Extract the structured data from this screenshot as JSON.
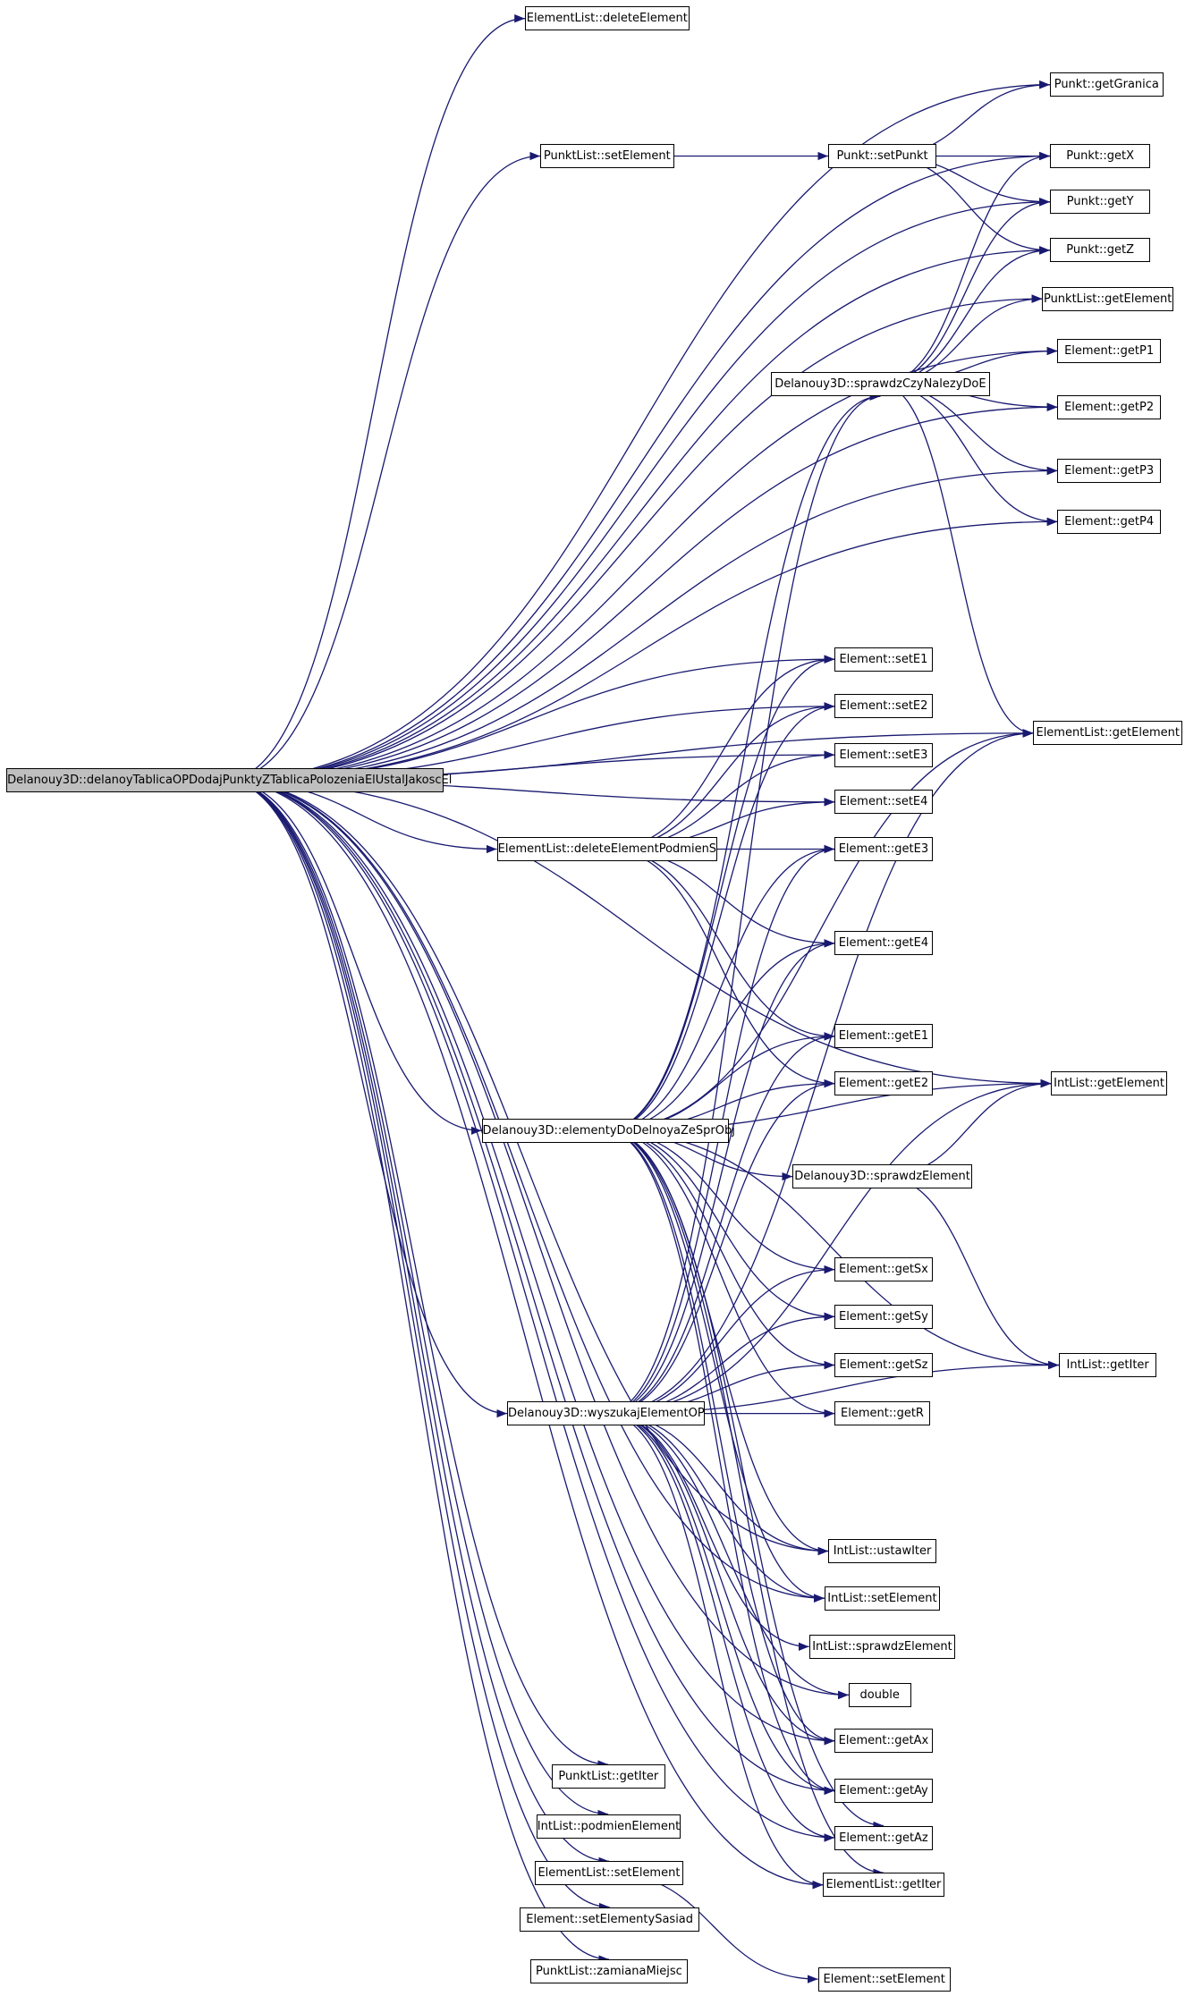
{
  "root": {
    "id": "root",
    "label": "Delanouy3D::delanoyTablicaOPDodajPunktyZTablicaPolozeniaElUstalJakoscEl"
  },
  "nodes": [
    {
      "id": "n_dd",
      "label": "ElementList::deleteElement"
    },
    {
      "id": "n_pgr",
      "label": "Punkt::getGranica"
    },
    {
      "id": "n_pls",
      "label": "PunktList::setElement"
    },
    {
      "id": "n_psp",
      "label": "Punkt::setPunkt"
    },
    {
      "id": "n_px",
      "label": "Punkt::getX"
    },
    {
      "id": "n_py",
      "label": "Punkt::getY"
    },
    {
      "id": "n_pz",
      "label": "Punkt::getZ"
    },
    {
      "id": "n_plge",
      "label": "PunktList::getElement"
    },
    {
      "id": "n_gp1",
      "label": "Element::getP1"
    },
    {
      "id": "n_scz",
      "label": "Delanouy3D::sprawdzCzyNalezyDoE"
    },
    {
      "id": "n_gp2",
      "label": "Element::getP2"
    },
    {
      "id": "n_gp3",
      "label": "Element::getP3"
    },
    {
      "id": "n_gp4",
      "label": "Element::getP4"
    },
    {
      "id": "n_se1",
      "label": "Element::setE1"
    },
    {
      "id": "n_se2",
      "label": "Element::setE2"
    },
    {
      "id": "n_elge",
      "label": "ElementList::getElement"
    },
    {
      "id": "n_se3",
      "label": "Element::setE3"
    },
    {
      "id": "n_se4",
      "label": "Element::setE4"
    },
    {
      "id": "n_dps",
      "label": "ElementList::deleteElementPodmienS"
    },
    {
      "id": "n_ge3",
      "label": "Element::getE3"
    },
    {
      "id": "n_ge4",
      "label": "Element::getE4"
    },
    {
      "id": "n_ge1",
      "label": "Element::getE1"
    },
    {
      "id": "n_ilge",
      "label": "IntList::getElement"
    },
    {
      "id": "n_ge2",
      "label": "Element::getE2"
    },
    {
      "id": "n_edd",
      "label": "Delanouy3D::elementyDoDelnoyaZeSprObj"
    },
    {
      "id": "n_spe",
      "label": "Delanouy3D::sprawdzElement"
    },
    {
      "id": "n_gsx",
      "label": "Element::getSx"
    },
    {
      "id": "n_gsy",
      "label": "Element::getSy"
    },
    {
      "id": "n_ilgi",
      "label": "IntList::getIter"
    },
    {
      "id": "n_gsz",
      "label": "Element::getSz"
    },
    {
      "id": "n_wyo",
      "label": "Delanouy3D::wyszukajElementOP"
    },
    {
      "id": "n_gr",
      "label": "Element::getR"
    },
    {
      "id": "n_ilui",
      "label": "IntList::ustawIter"
    },
    {
      "id": "n_ilse",
      "label": "IntList::setElement"
    },
    {
      "id": "n_ilspe",
      "label": "IntList::sprawdzElement"
    },
    {
      "id": "n_dbl",
      "label": "double"
    },
    {
      "id": "n_gax",
      "label": "Element::getAx"
    },
    {
      "id": "n_plgi",
      "label": "PunktList::getIter"
    },
    {
      "id": "n_gay",
      "label": "Element::getAy"
    },
    {
      "id": "n_ilpe",
      "label": "IntList::podmienElement"
    },
    {
      "id": "n_gaz",
      "label": "Element::getAz"
    },
    {
      "id": "n_else",
      "label": "ElementList::setElement"
    },
    {
      "id": "n_elgi",
      "label": "ElementList::getIter"
    },
    {
      "id": "n_ses",
      "label": "Element::setElementySasiad"
    },
    {
      "id": "n_plzm",
      "label": "PunktList::zamianaMiejsc"
    },
    {
      "id": "n_ese",
      "label": "Element::setElement"
    }
  ],
  "edges": [
    [
      "root",
      "n_dd"
    ],
    [
      "root",
      "n_pgr"
    ],
    [
      "root",
      "n_px"
    ],
    [
      "root",
      "n_pls"
    ],
    [
      "root",
      "n_py"
    ],
    [
      "root",
      "n_pz"
    ],
    [
      "root",
      "n_plge"
    ],
    [
      "root",
      "n_gp1"
    ],
    [
      "root",
      "n_gp2"
    ],
    [
      "root",
      "n_gp3"
    ],
    [
      "root",
      "n_gp4"
    ],
    [
      "root",
      "n_elge"
    ],
    [
      "root",
      "n_ilge"
    ],
    [
      "root",
      "n_se1"
    ],
    [
      "root",
      "n_se2"
    ],
    [
      "root",
      "n_se3"
    ],
    [
      "root",
      "n_se4"
    ],
    [
      "root",
      "n_dps"
    ],
    [
      "root",
      "n_edd"
    ],
    [
      "root",
      "n_wyo"
    ],
    [
      "root",
      "n_ilui"
    ],
    [
      "root",
      "n_ilse"
    ],
    [
      "root",
      "n_dbl"
    ],
    [
      "root",
      "n_gax"
    ],
    [
      "root",
      "n_gay"
    ],
    [
      "root",
      "n_gaz"
    ],
    [
      "root",
      "n_elgi"
    ],
    [
      "root",
      "n_plgi"
    ],
    [
      "root",
      "n_ilpe"
    ],
    [
      "root",
      "n_else"
    ],
    [
      "root",
      "n_ses"
    ],
    [
      "root",
      "n_plzm"
    ],
    [
      "n_pls",
      "n_psp"
    ],
    [
      "n_psp",
      "n_pgr"
    ],
    [
      "n_psp",
      "n_px"
    ],
    [
      "n_psp",
      "n_py"
    ],
    [
      "n_psp",
      "n_pz"
    ],
    [
      "n_scz",
      "n_px"
    ],
    [
      "n_scz",
      "n_py"
    ],
    [
      "n_scz",
      "n_pz"
    ],
    [
      "n_scz",
      "n_plge"
    ],
    [
      "n_scz",
      "n_gp1"
    ],
    [
      "n_scz",
      "n_gp2"
    ],
    [
      "n_scz",
      "n_gp3"
    ],
    [
      "n_scz",
      "n_gp4"
    ],
    [
      "n_scz",
      "n_elge"
    ],
    [
      "n_dps",
      "n_se1"
    ],
    [
      "n_dps",
      "n_se2"
    ],
    [
      "n_dps",
      "n_se3"
    ],
    [
      "n_dps",
      "n_se4"
    ],
    [
      "n_dps",
      "n_ge3"
    ],
    [
      "n_dps",
      "n_ge4"
    ],
    [
      "n_dps",
      "n_ge1"
    ],
    [
      "n_dps",
      "n_ge2"
    ],
    [
      "n_edd",
      "n_scz"
    ],
    [
      "n_edd",
      "n_elge"
    ],
    [
      "n_edd",
      "n_se1"
    ],
    [
      "n_edd",
      "n_se2"
    ],
    [
      "n_edd",
      "n_ge3"
    ],
    [
      "n_edd",
      "n_ge4"
    ],
    [
      "n_edd",
      "n_ge1"
    ],
    [
      "n_edd",
      "n_ge2"
    ],
    [
      "n_edd",
      "n_ilge"
    ],
    [
      "n_edd",
      "n_spe"
    ],
    [
      "n_edd",
      "n_ilgi"
    ],
    [
      "n_edd",
      "n_gsx"
    ],
    [
      "n_edd",
      "n_gsy"
    ],
    [
      "n_edd",
      "n_gsz"
    ],
    [
      "n_edd",
      "n_gr"
    ],
    [
      "n_edd",
      "n_ilui"
    ],
    [
      "n_edd",
      "n_ilse"
    ],
    [
      "n_edd",
      "n_gax"
    ],
    [
      "n_edd",
      "n_gay"
    ],
    [
      "n_edd",
      "n_gaz"
    ],
    [
      "n_edd",
      "n_elgi"
    ],
    [
      "n_spe",
      "n_ilge"
    ],
    [
      "n_spe",
      "n_ilgi"
    ],
    [
      "n_wyo",
      "n_scz"
    ],
    [
      "n_wyo",
      "n_ge3"
    ],
    [
      "n_wyo",
      "n_ge4"
    ],
    [
      "n_wyo",
      "n_ge1"
    ],
    [
      "n_wyo",
      "n_ge2"
    ],
    [
      "n_wyo",
      "n_gsx"
    ],
    [
      "n_wyo",
      "n_gsy"
    ],
    [
      "n_wyo",
      "n_gsz"
    ],
    [
      "n_wyo",
      "n_gr"
    ],
    [
      "n_wyo",
      "n_elge"
    ],
    [
      "n_wyo",
      "n_ilgi"
    ],
    [
      "n_wyo",
      "n_ilui"
    ],
    [
      "n_wyo",
      "n_ilse"
    ],
    [
      "n_wyo",
      "n_ilspe"
    ],
    [
      "n_wyo",
      "n_dbl"
    ],
    [
      "n_wyo",
      "n_gax"
    ],
    [
      "n_wyo",
      "n_gay"
    ],
    [
      "n_wyo",
      "n_gaz"
    ],
    [
      "n_wyo",
      "n_elgi"
    ],
    [
      "n_wyo",
      "n_ilge"
    ],
    [
      "n_else",
      "n_ese"
    ]
  ],
  "edge_color": "#191970",
  "root_fill": "#bfbfbf",
  "node_fill": "#ffffff"
}
